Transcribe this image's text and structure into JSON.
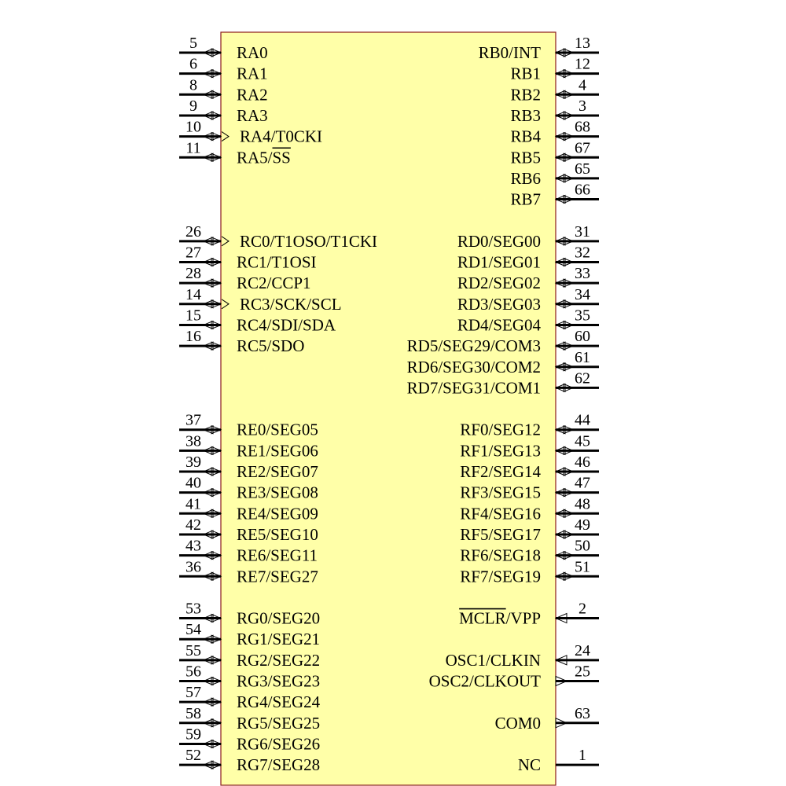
{
  "component": {
    "body_fill": "#ffffa8",
    "body_stroke": "#8b1a1a",
    "wire_color": "#000000",
    "left_pins": [
      {
        "name": "RA0",
        "num": "5",
        "type": "bidir"
      },
      {
        "name": "RA1",
        "num": "6",
        "type": "bidir"
      },
      {
        "name": "RA2",
        "num": "8",
        "type": "bidir"
      },
      {
        "name": "RA3",
        "num": "9",
        "type": "bidir"
      },
      {
        "name": "RA4/T0CKI",
        "num": "10",
        "type": "bidir-st"
      },
      {
        "name": "RA5/SS",
        "num": "11",
        "type": "bidir",
        "overbar": "SS"
      },
      null,
      null,
      null,
      {
        "name": "RC0/T1OSO/T1CKI",
        "num": "26",
        "type": "bidir-st"
      },
      {
        "name": "RC1/T1OSI",
        "num": "27",
        "type": "bidir"
      },
      {
        "name": "RC2/CCP1",
        "num": "28",
        "type": "bidir"
      },
      {
        "name": "RC3/SCK/SCL",
        "num": "14",
        "type": "bidir-st"
      },
      {
        "name": "RC4/SDI/SDA",
        "num": "15",
        "type": "bidir"
      },
      {
        "name": "RC5/SDO",
        "num": "16",
        "type": "bidir"
      },
      null,
      null,
      null,
      {
        "name": "RE0/SEG05",
        "num": "37",
        "type": "bidir"
      },
      {
        "name": "RE1/SEG06",
        "num": "38",
        "type": "bidir"
      },
      {
        "name": "RE2/SEG07",
        "num": "39",
        "type": "bidir"
      },
      {
        "name": "RE3/SEG08",
        "num": "40",
        "type": "bidir"
      },
      {
        "name": "RE4/SEG09",
        "num": "41",
        "type": "bidir"
      },
      {
        "name": "RE5/SEG10",
        "num": "42",
        "type": "bidir"
      },
      {
        "name": "RE6/SEG11",
        "num": "43",
        "type": "bidir"
      },
      {
        "name": "RE7/SEG27",
        "num": "36",
        "type": "bidir"
      },
      null,
      {
        "name": "RG0/SEG20",
        "num": "53",
        "type": "bidir"
      },
      {
        "name": "RG1/SEG21",
        "num": "54",
        "type": "bidir"
      },
      {
        "name": "RG2/SEG22",
        "num": "55",
        "type": "bidir"
      },
      {
        "name": "RG3/SEG23",
        "num": "56",
        "type": "bidir"
      },
      {
        "name": "RG4/SEG24",
        "num": "57",
        "type": "bidir"
      },
      {
        "name": "RG5/SEG25",
        "num": "58",
        "type": "bidir"
      },
      {
        "name": "RG6/SEG26",
        "num": "59",
        "type": "bidir"
      },
      {
        "name": "RG7/SEG28",
        "num": "52",
        "type": "bidir"
      }
    ],
    "right_pins": [
      {
        "name": "RB0/INT",
        "num": "13",
        "type": "bidir"
      },
      {
        "name": "RB1",
        "num": "12",
        "type": "bidir"
      },
      {
        "name": "RB2",
        "num": "4",
        "type": "bidir"
      },
      {
        "name": "RB3",
        "num": "3",
        "type": "bidir"
      },
      {
        "name": "RB4",
        "num": "68",
        "type": "bidir"
      },
      {
        "name": "RB5",
        "num": "67",
        "type": "bidir"
      },
      {
        "name": "RB6",
        "num": "65",
        "type": "bidir"
      },
      {
        "name": "RB7",
        "num": "66",
        "type": "bidir"
      },
      null,
      {
        "name": "RD0/SEG00",
        "num": "31",
        "type": "bidir"
      },
      {
        "name": "RD1/SEG01",
        "num": "32",
        "type": "bidir"
      },
      {
        "name": "RD2/SEG02",
        "num": "33",
        "type": "bidir"
      },
      {
        "name": "RD3/SEG03",
        "num": "34",
        "type": "bidir"
      },
      {
        "name": "RD4/SEG04",
        "num": "35",
        "type": "bidir"
      },
      {
        "name": "RD5/SEG29/COM3",
        "num": "60",
        "type": "bidir"
      },
      {
        "name": "RD6/SEG30/COM2",
        "num": "61",
        "type": "bidir"
      },
      {
        "name": "RD7/SEG31/COM1",
        "num": "62",
        "type": "bidir"
      },
      null,
      {
        "name": "RF0/SEG12",
        "num": "44",
        "type": "bidir"
      },
      {
        "name": "RF1/SEG13",
        "num": "45",
        "type": "bidir"
      },
      {
        "name": "RF2/SEG14",
        "num": "46",
        "type": "bidir"
      },
      {
        "name": "RF3/SEG15",
        "num": "47",
        "type": "bidir"
      },
      {
        "name": "RF4/SEG16",
        "num": "48",
        "type": "bidir"
      },
      {
        "name": "RF5/SEG17",
        "num": "49",
        "type": "bidir"
      },
      {
        "name": "RF6/SEG18",
        "num": "50",
        "type": "bidir"
      },
      {
        "name": "RF7/SEG19",
        "num": "51",
        "type": "bidir"
      },
      null,
      {
        "name": "MCLR/VPP",
        "num": "2",
        "type": "input",
        "overbar": "MCLR"
      },
      null,
      {
        "name": "OSC1/CLKIN",
        "num": "24",
        "type": "input"
      },
      {
        "name": "OSC2/CLKOUT",
        "num": "25",
        "type": "output"
      },
      null,
      {
        "name": "COM0",
        "num": "63",
        "type": "output"
      },
      null,
      {
        "name": "NC",
        "num": "1",
        "type": "passive"
      }
    ]
  }
}
